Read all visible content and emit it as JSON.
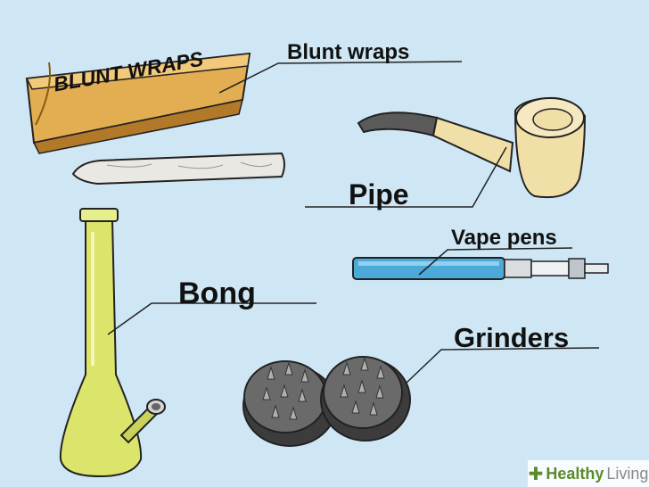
{
  "labels": {
    "blunt_wraps": "Blunt wraps",
    "pipe": "Pipe",
    "vape_pens": "Vape pens",
    "bong": "Bong",
    "grinders": "Grinders"
  },
  "package_text": "BLUNT WRAPS",
  "watermark": {
    "brand_bold": "Healthy",
    "brand_light": "Living"
  },
  "colors": {
    "background": "#cfe7f4",
    "wrap_package": "#e0a84a",
    "pipe_wood": "#f1dfa8",
    "vape_pen": "#4da9d9",
    "bong_glass": "#d9e36a",
    "grinder": "#555555"
  }
}
